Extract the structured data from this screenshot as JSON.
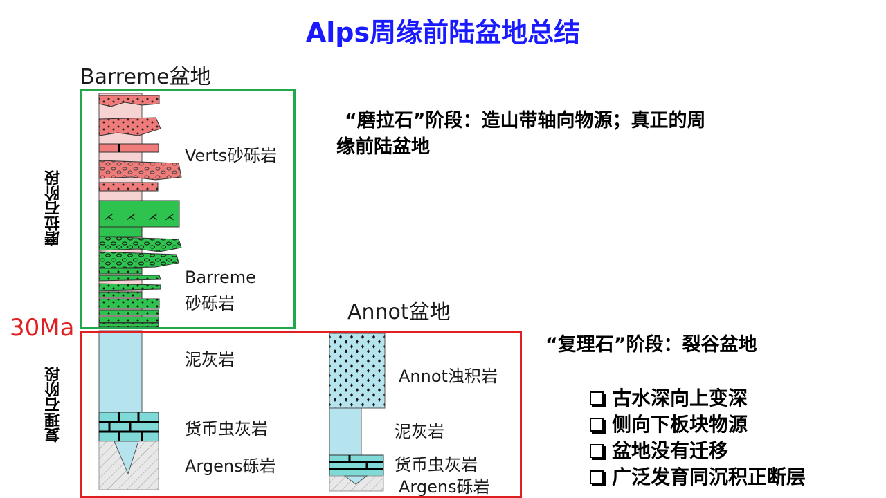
{
  "title": "Alps周缘前陆盆地总结",
  "barreme_basin": {
    "name": "Barreme盆地",
    "stage_label": "磨拉石阶段",
    "layers": {
      "verts": "Verts砂砾岩",
      "barreme_line1": "Barreme",
      "barreme_line2": "砂砾岩"
    }
  },
  "age_marker": "30Ma",
  "lower_section": {
    "stage_label": "复理石阶段",
    "layers": {
      "marl": "泥灰岩",
      "nummulitic": "货币虫灰岩",
      "argens": "Argens砾岩"
    }
  },
  "annot_basin": {
    "name": "Annot盆地",
    "layers": {
      "turbidite": "Annot浊积岩",
      "marl": "泥灰岩",
      "nummulitic": "货币虫灰岩",
      "argens": "Argens砾岩"
    }
  },
  "molasse_stage": {
    "text": "“磨拉石”阶段：造山带轴向物源；真正的周缘前陆盆地"
  },
  "flysch_stage": {
    "text": "“复理石”阶段：裂谷盆地",
    "bullets": [
      "古水深向上变深",
      "侧向下板块物源",
      "盆地没有迁移",
      "广泛发育同沉积正断层"
    ]
  },
  "colors": {
    "title": "#1a1aff",
    "molasse_box": "#22a84a",
    "flysch_box": "#e02020",
    "age_marker": "#e02020",
    "red_conglomerate": "#f07b7b",
    "green_conglomerate": "#2ec24e",
    "marl": "#b6e4ee",
    "limestone": "#7fd9d6"
  }
}
